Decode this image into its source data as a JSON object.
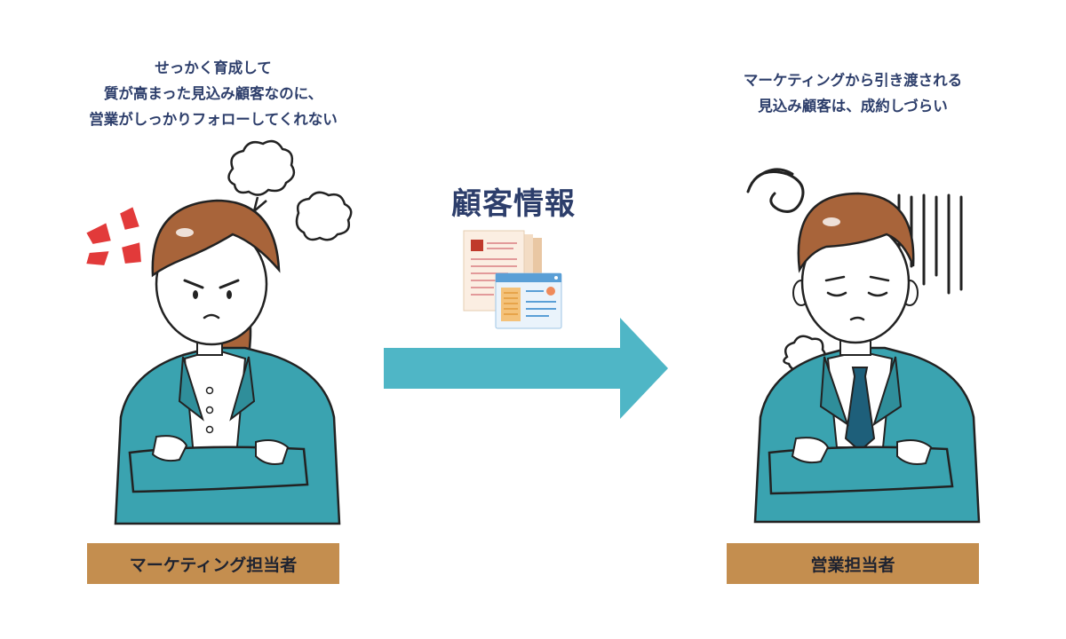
{
  "marketing": {
    "quote_lines": [
      "せっかく育成して",
      "質が高まった見込み顧客なのに、",
      "営業がしっかりフォローしてくれない"
    ],
    "role_label": "マーケティング担当者"
  },
  "center": {
    "title": "顧客情報"
  },
  "sales": {
    "quote_lines": [
      "マーケティングから引き渡される",
      "見込み顧客は、成約しづらい"
    ],
    "role_label": "営業担当者"
  },
  "colors": {
    "text_navy": "#2d3e6b",
    "arrow_teal": "#4fb6c6",
    "label_brown": "#c48e4f",
    "suit_teal": "#3aa3b0",
    "hair_brown": "#a8643a",
    "anger_red": "#e23a3a"
  }
}
